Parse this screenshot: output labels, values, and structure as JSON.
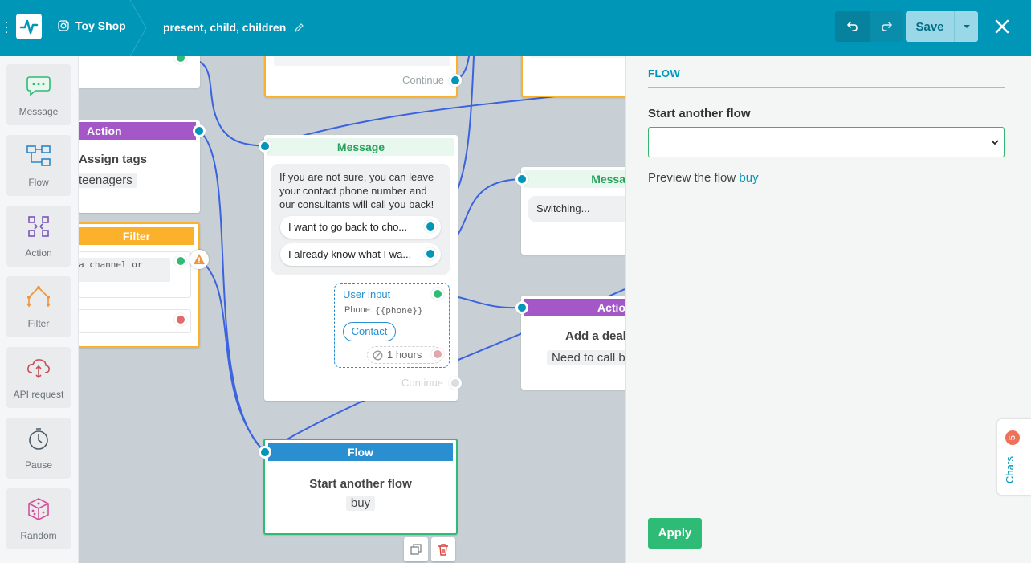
{
  "header": {
    "shop_name": "Toy Shop",
    "flow_name": "present, child, children",
    "save_label": "Save"
  },
  "toolbox": [
    {
      "label": "Message",
      "icon": "message-icon",
      "color": "#2ebb76"
    },
    {
      "label": "Flow",
      "icon": "flow-icon",
      "color": "#2b87c8"
    },
    {
      "label": "Action",
      "icon": "action-icon",
      "color": "#7b55b8"
    },
    {
      "label": "Filter",
      "icon": "filter-icon",
      "color": "#f0953a"
    },
    {
      "label": "API request",
      "icon": "cloud-icon",
      "color": "#c94f5c"
    },
    {
      "label": "Pause",
      "icon": "clock-icon",
      "color": "#4a5a66"
    },
    {
      "label": "Random",
      "icon": "dice-icon",
      "color": "#d44f9a"
    }
  ],
  "canvas": {
    "top_left_node": {
      "continue": "Continue"
    },
    "action_node": {
      "header": "Action",
      "title": "Assign tags",
      "tag": "teenagers"
    },
    "filter_node": {
      "header": "Filter",
      "code": "a channel or"
    },
    "message_node": {
      "header": "Message",
      "text": "If you are not sure, you can leave your contact phone number and our consultants will call you back!",
      "buttons": [
        "I want to go back to cho...",
        "I already know what I wa..."
      ],
      "user_input": {
        "label": "User input",
        "phone_label": "Phone:",
        "phone_var": "{{phone}}",
        "contact_btn": "Contact",
        "timeout": "1 hours"
      },
      "continue": "Continue"
    },
    "right_message_node": {
      "header": "Messa",
      "text": "Switching..."
    },
    "right_action_node": {
      "header": "Actio",
      "title": "Add a deal",
      "tag": "Need to call b"
    },
    "flow_node": {
      "header": "Flow",
      "title": "Start another flow",
      "tag": "buy"
    }
  },
  "panel": {
    "section": "FLOW",
    "label": "Start another flow",
    "select_value": "",
    "preview_text": "Preview the flow",
    "preview_link": "buy",
    "apply_label": "Apply"
  },
  "chats": {
    "label": "Chats",
    "count": "5"
  },
  "colors": {
    "brand": "#0096b8",
    "green": "#2ebb76",
    "action": "#a457c6",
    "filter": "#fbb12c",
    "flow": "#2a8fd0"
  }
}
